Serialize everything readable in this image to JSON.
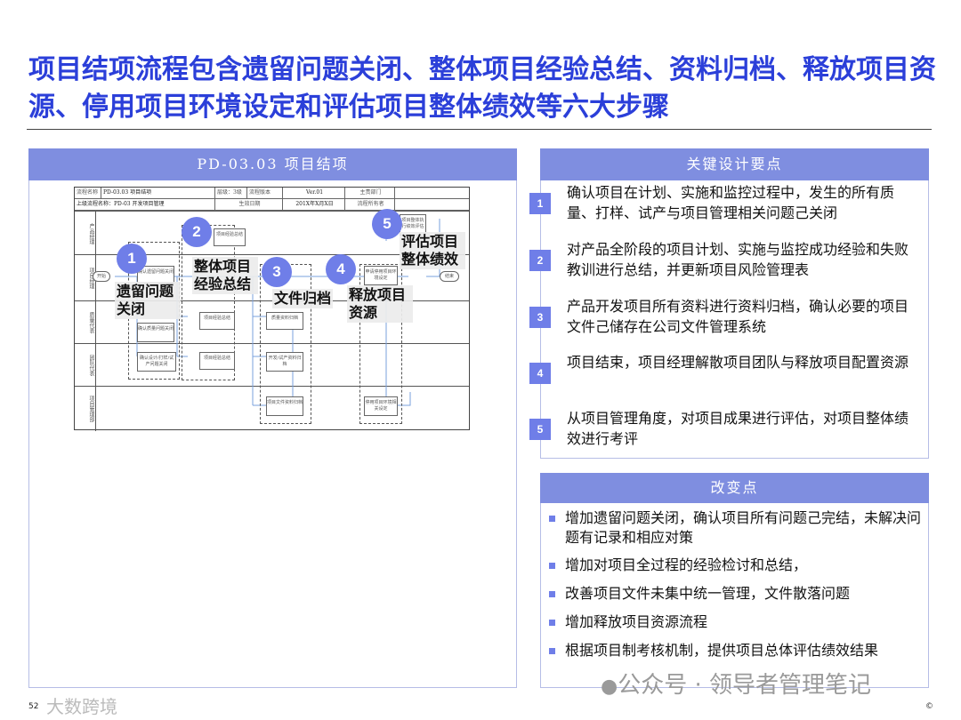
{
  "title": "项目结项流程包含遗留问题关闭、整体项目经验总结、资料归档、释放项目资源、停用项目环境设定和评估项目整体绩效等六大步骤",
  "left_panel": {
    "header": "PD-03.03 项目结项",
    "flowchart": {
      "row1": [
        "流程名称",
        "PD-03.03 项目结项",
        "层级：3级",
        "流程版本",
        "Ver.01",
        "主责部门",
        ""
      ],
      "row2": [
        "上级流程名称：PD-03 开发项目管理",
        "生效日期",
        "201X年X月X日",
        "流程所有者"
      ],
      "lanes": [
        "产品经理",
        "项目经理",
        "质量代表",
        "团队代表",
        "项目管理部"
      ],
      "start": "开始",
      "end": "结束",
      "boxes": [
        "确认遗留问题关闭",
        "项目经验总结",
        "确认质量问题关闭",
        "项目经验总结",
        "确认设计/打样/试产问题关闭",
        "项目经验总结",
        "质量资料归档",
        "开发/试产资料归档",
        "项目文件资料归档",
        "申请停用项目环境设定",
        "停用项目环境相关设定",
        "项目整体执行绩效评估"
      ],
      "steps": [
        {
          "n": "1",
          "label": "遗留问题关闭"
        },
        {
          "n": "2",
          "label": "整体项目经验总结"
        },
        {
          "n": "3",
          "label": "文件归档"
        },
        {
          "n": "4",
          "label": "释放项目资源"
        },
        {
          "n": "5",
          "label": "评估项目整体绩效"
        }
      ]
    }
  },
  "key_points": {
    "header": "关键设计要点",
    "items": [
      {
        "n": "1",
        "text": "确认项目在计划、实施和监控过程中，发生的所有质量、打样、试产与项目管理相关问题己关闭"
      },
      {
        "n": "2",
        "text": "对产品全阶段的项目计划、实施与监控成功经验和失败教训进行总结，并更新项目风险管理表"
      },
      {
        "n": "3",
        "text": "产品开发项目所有资料进行资料归档，确认必要的项目文件己储存在公司文件管理系统"
      },
      {
        "n": "4",
        "text": "项目结束，项目经理解散项目团队与释放项目配置资源"
      },
      {
        "n": "5",
        "text": "从项目管理角度，对项目成果进行评估，对项目整体绩效进行考评"
      }
    ]
  },
  "changes": {
    "header": "改变点",
    "items": [
      "增加遗留问题关闭，确认项目所有问题己完结，未解决问题有记录和相应对策",
      "增加对项目全过程的经验检讨和总结，",
      "改善项目文件未集中统一管理，文件散落问题",
      "增加释放项目资源流程",
      "根据项目制考核机制，提供项目总体评估绩效结果"
    ]
  },
  "footer": {
    "page": "52",
    "watermark_left": "大数跨境",
    "watermark_right": "公众号 · 领导者管理笔记",
    "copyright": "©"
  },
  "colors": {
    "title": "#2b3fd9",
    "accent": "#6f7ee8",
    "header": "#7f8ee0"
  }
}
